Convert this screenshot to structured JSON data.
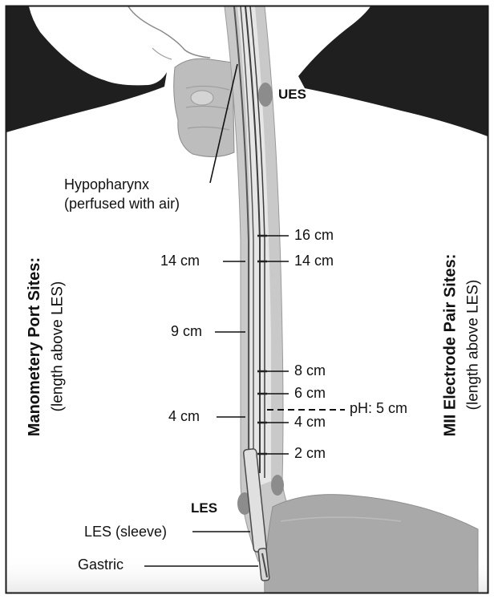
{
  "anatomy": {
    "ues": "UES",
    "les": "LES",
    "hypopharynx_line1": "Hypopharynx",
    "hypopharynx_line2": "(perfused with air)",
    "les_sleeve": "LES (sleeve)",
    "gastric": "Gastric"
  },
  "manometry": {
    "title": "Manometery Port Sites:",
    "subtitle": "(length above LES)",
    "ports": [
      "14 cm",
      "9 cm",
      "4 cm"
    ]
  },
  "mii": {
    "title": "MII Electrode Pair Sites:",
    "subtitle": "(length above LES)",
    "electrodes": [
      "16 cm",
      "14 cm",
      "8 cm",
      "6 cm",
      "4 cm",
      "2 cm"
    ]
  },
  "ph_sensor": "pH: 5 cm",
  "colors": {
    "silhouette": "#1f1f1f",
    "tissue": "#c9c9c9",
    "lumen": "#e6e6e6",
    "stomach": "#a9a9a9",
    "sphincter": "#8c8c8c"
  }
}
